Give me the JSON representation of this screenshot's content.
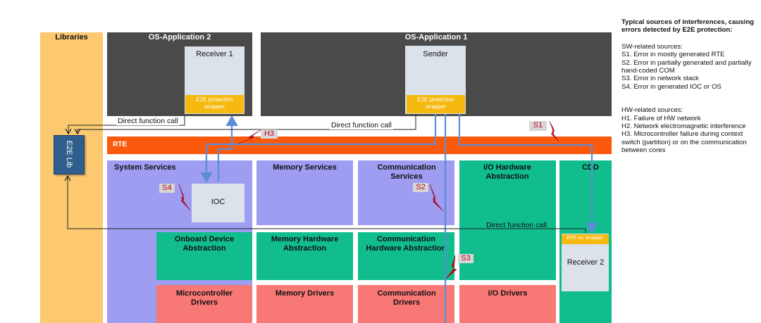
{
  "libraries": {
    "label": "Libraries"
  },
  "e2e_lib": {
    "label": "E2E Lib"
  },
  "os_app2": {
    "title": "OS-Application 2",
    "receiver1": "Receiver 1",
    "wrapper": "E2E protection wrapper"
  },
  "os_app1": {
    "title": "OS-Application 1",
    "sender": "Sender",
    "wrapper": "E2E protection wrapper"
  },
  "rte": {
    "label": "RTE"
  },
  "services": {
    "system": "System Services",
    "memory": "Memory Services",
    "communication": "Communication Services",
    "io_hw": "I/O Hardware Abstraction",
    "cdd": "CDD"
  },
  "ioc": {
    "label": "IOC"
  },
  "abstraction": {
    "onboard": "Onboard Device Abstraction",
    "memory_hw": "Memory Hardware Abstraction",
    "comm_hw": "Communication Hardware Abstraction"
  },
  "drivers": {
    "micro": "Microcontroller Drivers",
    "memory": "Memory Drivers",
    "comm": "Communication Drivers",
    "io": "I/O Drivers"
  },
  "cdd_receiver": {
    "wrapper": "RTE ev. wrapper",
    "label": "Receiver 2"
  },
  "labels": {
    "direct_call_1": "Direct function call",
    "direct_call_2": "Direct function call",
    "direct_call_3": "Direct function call"
  },
  "faults": {
    "s1": "S1",
    "s2": "S2",
    "s3": "S3",
    "s4": "S4",
    "h3": "H3"
  },
  "notes": {
    "title": "Typical sources of interferences, causing errors detected by E2E protection:",
    "sw_heading": "SW-related sources:",
    "sw_items": [
      "S1. Error in mostly generated RTE",
      "S2. Error in partially generated and partially hand-coded COM",
      "S3. Error in network stack",
      "S4. Error in generated IOC or OS"
    ],
    "hw_heading": "HW-related sources:",
    "hw_items": [
      "H1. Failure of HW network",
      "H2. Network electromagnetic interference",
      "H3. Microcontroller failure during context switch (partition) or on the communication between cores"
    ]
  },
  "colors": {
    "libraries": "#fcc970",
    "os_app": "#4a4a4a",
    "rte": "#fb5a0d",
    "services": "#9e9df2",
    "green": "#11bd8c",
    "drivers": "#f87876",
    "wrapper": "#f6b90f",
    "e2e_lib": "#2f5e8d",
    "arrow": "#5b8ed6",
    "fault": "#c0081b"
  }
}
